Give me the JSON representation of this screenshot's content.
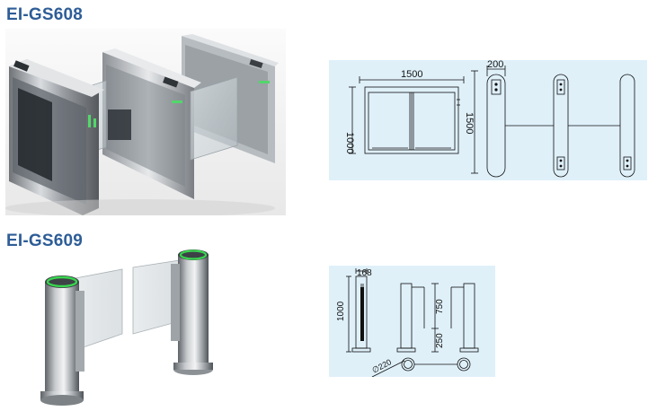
{
  "sections": [
    {
      "model": "EI-GS608",
      "drawing": {
        "width": "1500",
        "height": "1000",
        "depth": "1500",
        "post_width": "200"
      }
    },
    {
      "model": "EI-GS609",
      "drawing": {
        "post_diameter": "168",
        "height": "1000",
        "upper": "750",
        "lower": "250",
        "base_diameter": "∅220"
      }
    }
  ]
}
